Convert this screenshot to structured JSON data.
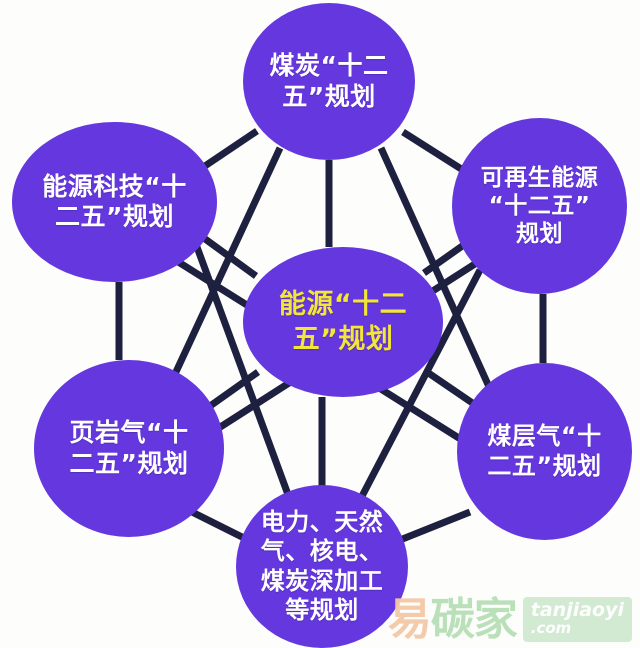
{
  "diagram": {
    "type": "hub-and-spoke-network",
    "background_color": "#fdfdfc",
    "node_color": "#6438de",
    "edge_color": "#1e2040",
    "center_text_color": "#f3e63b",
    "outer_text_color": "#ffffff",
    "center": {
      "id": "center",
      "label": "能源“十二\n五”规划"
    },
    "nodes": [
      {
        "id": "top",
        "label": "煤炭“十二\n五”规划"
      },
      {
        "id": "top-right",
        "label": "可再生能源\n“十二五”\n规划"
      },
      {
        "id": "bottom-right",
        "label": "煤层气“十\n二五”规划"
      },
      {
        "id": "bottom",
        "label": "电力、天然\n气、核电、\n煤炭深加工\n等规划"
      },
      {
        "id": "bottom-left",
        "label": "页岩气“十\n二五”规划"
      },
      {
        "id": "top-left",
        "label": "能源科技“十\n二五”规划"
      }
    ],
    "edges": [
      {
        "from": "center",
        "to": "top"
      },
      {
        "from": "center",
        "to": "top-right"
      },
      {
        "from": "center",
        "to": "bottom-right"
      },
      {
        "from": "center",
        "to": "bottom"
      },
      {
        "from": "center",
        "to": "bottom-left"
      },
      {
        "from": "center",
        "to": "top-left"
      },
      {
        "from": "top",
        "to": "top-right"
      },
      {
        "from": "top-right",
        "to": "bottom-right"
      },
      {
        "from": "bottom-right",
        "to": "bottom"
      },
      {
        "from": "bottom",
        "to": "bottom-left"
      },
      {
        "from": "bottom-left",
        "to": "top-left"
      },
      {
        "from": "top-left",
        "to": "top"
      },
      {
        "from": "top-left",
        "to": "bottom"
      },
      {
        "from": "top",
        "to": "bottom-left"
      },
      {
        "from": "top-right",
        "to": "bottom-left"
      },
      {
        "from": "top",
        "to": "bottom-right"
      },
      {
        "from": "top-left",
        "to": "bottom-right"
      },
      {
        "from": "top-right",
        "to": "bottom"
      }
    ]
  },
  "watermark": {
    "brand_cn_first": "易",
    "brand_cn_rest": "碳家",
    "domain": "tanjiaoyi",
    "domain_suffix": ".com"
  }
}
